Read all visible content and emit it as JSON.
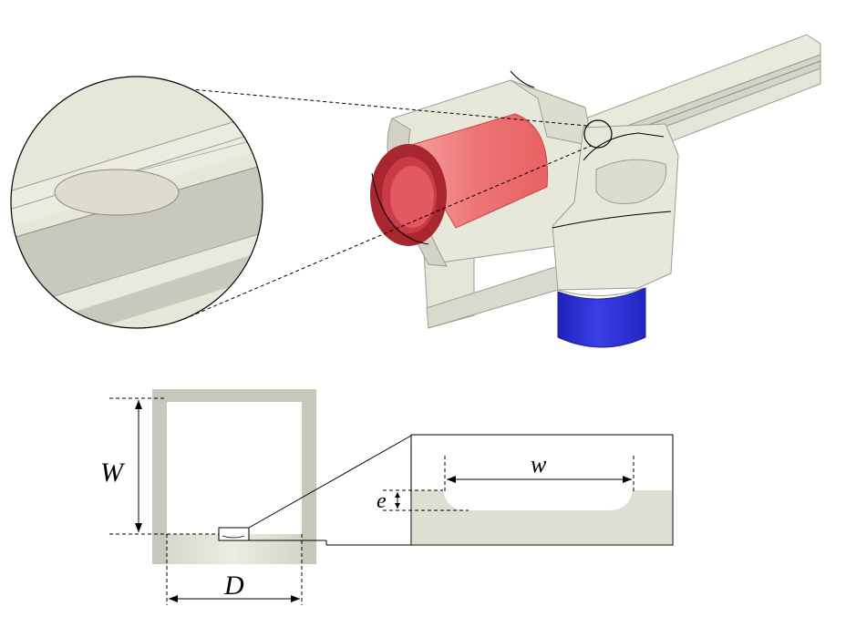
{
  "labels": {
    "height_outer": "W",
    "width_outer": "D",
    "groove_width": "w",
    "groove_depth": "e"
  },
  "colors": {
    "housing": "#e7e7da",
    "housing_shadow": "#c9c8bc",
    "frame_wall": "#c8c7bc",
    "cross_section_fill": "#deded2",
    "red_tube": "#ee7777",
    "red_tube_dark": "#a8262d",
    "blue_cylinder": "#2d31d6",
    "line": "#000000"
  }
}
